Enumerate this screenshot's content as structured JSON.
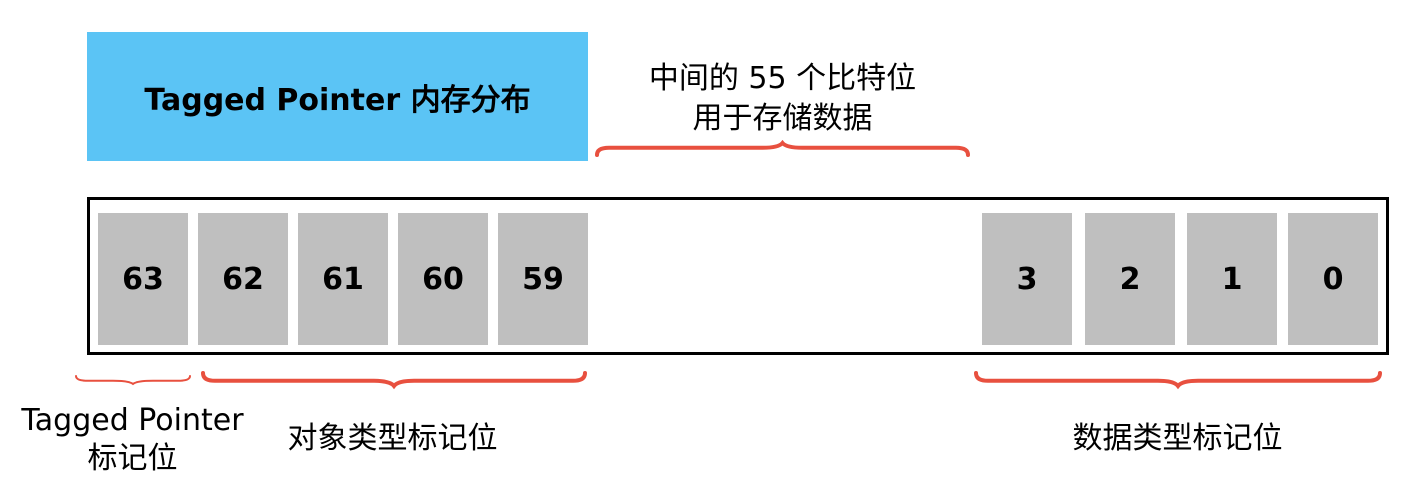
{
  "title": "Tagged Pointer 内存分布",
  "middle_note": {
    "line1": "中间的 55 个比特位",
    "line2": "用于存储数据"
  },
  "left_bits": [
    "63",
    "62",
    "61",
    "60",
    "59"
  ],
  "right_bits": [
    "3",
    "2",
    "1",
    "0"
  ],
  "labels": {
    "tagged_pointer_flag_line1": "Tagged Pointer",
    "tagged_pointer_flag_line2": "标记位",
    "object_type_flag": "对象类型标记位",
    "data_type_flag": "数据类型标记位"
  },
  "colors": {
    "title_bg": "#5bc4f5",
    "cell_bg": "#bfbfbf",
    "brace": "#e8503f"
  }
}
